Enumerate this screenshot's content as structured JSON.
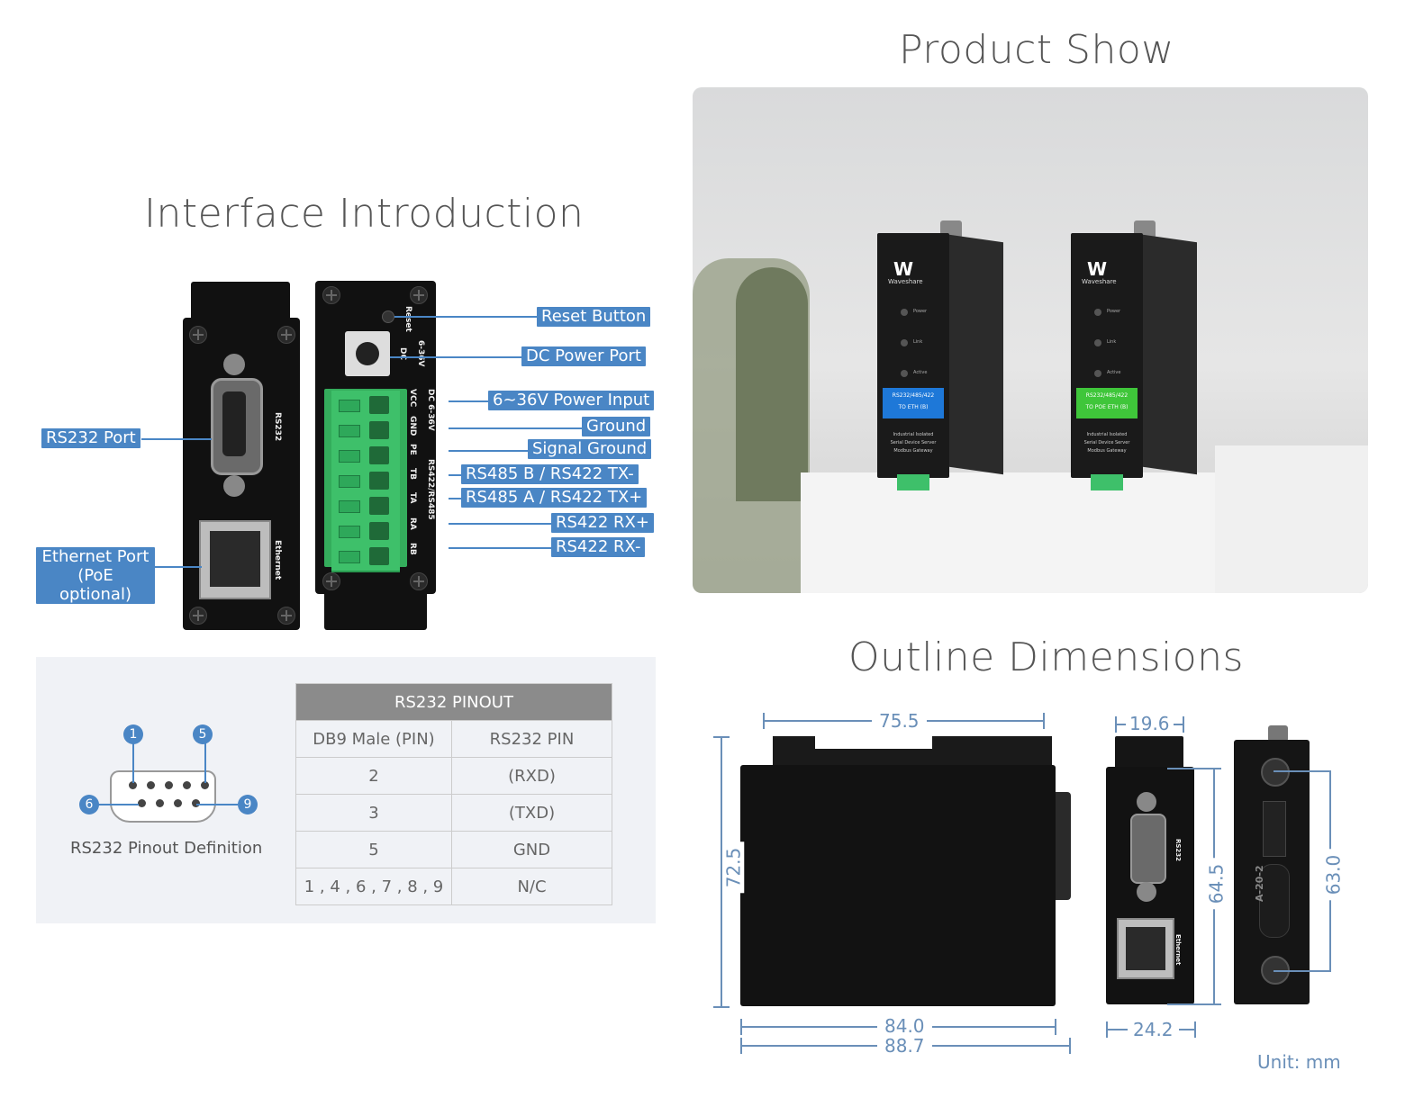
{
  "headings": {
    "interface": "Interface Introduction",
    "product": "Product Show",
    "outline": "Outline Dimensions"
  },
  "callouts": {
    "rs232_port": "RS232 Port",
    "ethernet_port_line1": "Ethernet Port",
    "ethernet_port_line2": "(PoE optional)",
    "reset_button": "Reset Button",
    "dc_power_port": "DC Power Port",
    "power_input": "6~36V Power Input",
    "ground": "Ground",
    "signal_ground": "Signal Ground",
    "rs485_b": "RS485 B / RS422 TX-",
    "rs485_a": "RS485 A / RS422 TX+",
    "rs422_rx_plus": "RS422 RX+",
    "rs422_rx_minus": "RS422 RX-"
  },
  "device_labels": {
    "rs232": "RS232",
    "ethernet": "Ethernet",
    "reset": "Reset",
    "dc": "DC",
    "dc_range": "6-36V",
    "vcc": "VCC",
    "gnd": "GND",
    "dc_range2": "DC 6-36V",
    "pe": "PE",
    "tb": "TB",
    "ta": "TA",
    "ra": "RA",
    "rb": "RB",
    "rs422_rs485": "RS422/RS485"
  },
  "product_units": [
    {
      "brand": "Waveshare",
      "leds": [
        "Power",
        "Link",
        "Active"
      ],
      "badge_line1": "RS232/485/422",
      "badge_line2": "TO ETH (B)",
      "badge_color": "#1e78d8",
      "desc": [
        "Industrial Isolated",
        "Serial Device Server",
        "Modbus Gateway"
      ]
    },
    {
      "brand": "Waveshare",
      "leds": [
        "Power",
        "Link",
        "Active"
      ],
      "badge_line1": "RS232/485/422",
      "badge_line2": "TO POE ETH (B)",
      "badge_color": "#3fc63a",
      "desc": [
        "Industrial Isolated",
        "Serial Device Server",
        "Modbus Gateway"
      ]
    }
  ],
  "pinout": {
    "title": "RS232 PINOUT",
    "col1": "DB9 Male (PIN)",
    "col2": "RS232 PIN",
    "rows": [
      {
        "pin": "2",
        "signal": "(RXD)"
      },
      {
        "pin": "3",
        "signal": "(TXD)"
      },
      {
        "pin": "5",
        "signal": "GND"
      },
      {
        "pin": "1 , 4 , 6 , 7 , 8 , 9",
        "signal": "N/C"
      }
    ],
    "caption": "RS232 Pinout Definition",
    "pin_numbers": {
      "p1": "1",
      "p5": "5",
      "p6": "6",
      "p9": "9"
    }
  },
  "dimensions": {
    "d75": "75.5",
    "d72": "72.5",
    "d84": "84.0",
    "d88": "88.7",
    "d19": "19.6",
    "d64": "64.5",
    "d24": "24.2",
    "d63": "63.0",
    "unit": "Unit: mm",
    "side_label": "A-20-2",
    "front_rs232": "RS232",
    "front_ethernet": "Ethernet"
  },
  "colors": {
    "accent": "#4a86c5",
    "dimension": "#6a8fb8",
    "terminal": "#3ec06a",
    "pinout_header": "#8b8b8b"
  }
}
